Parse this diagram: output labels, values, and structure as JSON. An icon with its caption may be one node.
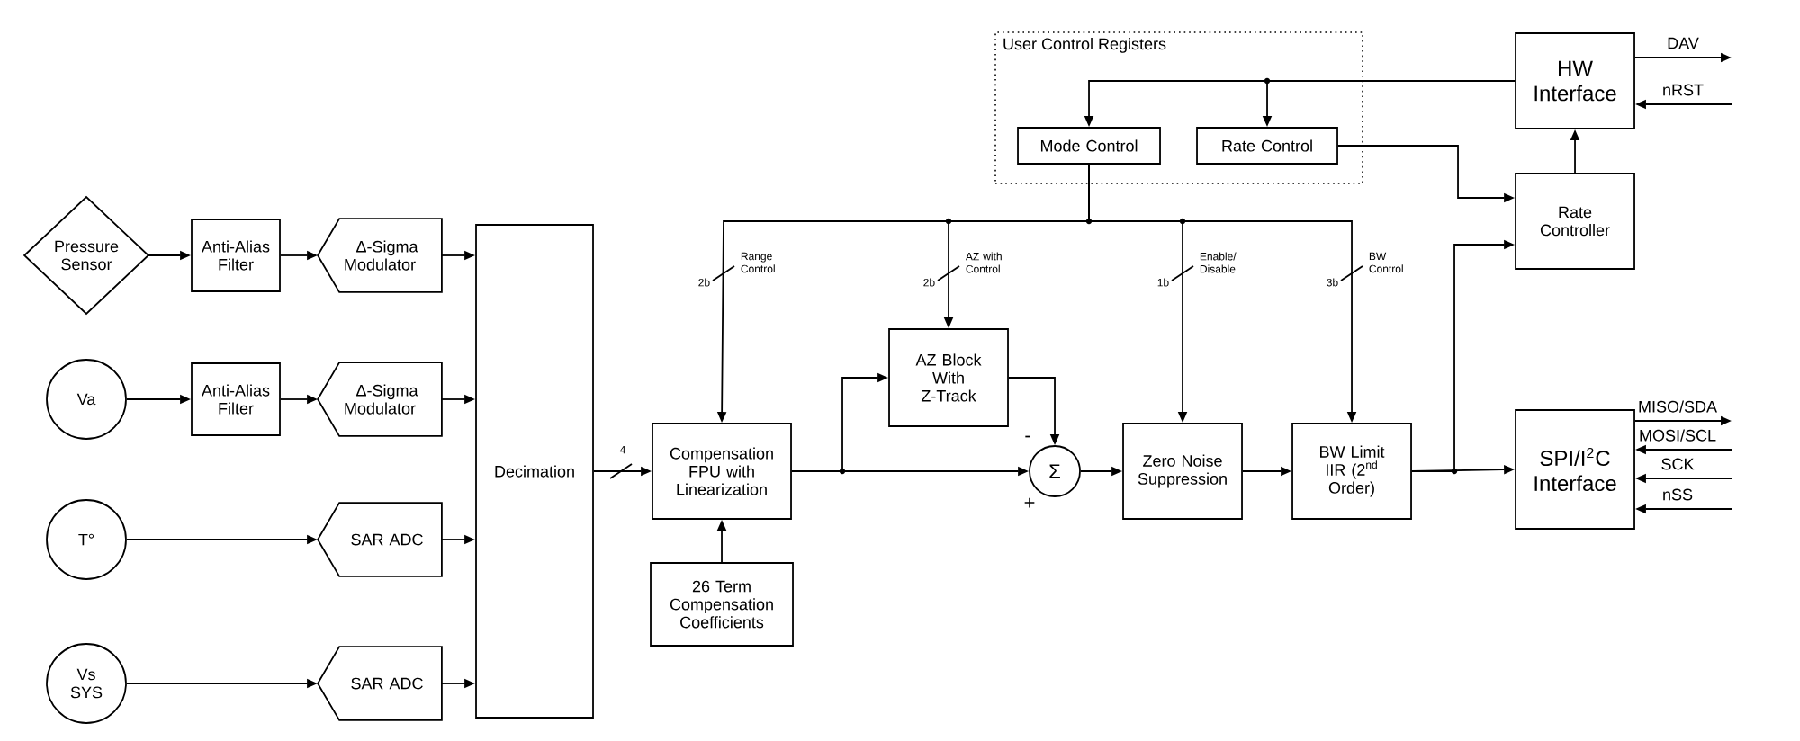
{
  "diagram": {
    "nodes": [
      {
        "text": [
          "User Control Registers"
        ]
      },
      {
        "text": [
          "Mode Control"
        ],
        "in": 0
      },
      {
        "text": [
          "Rate Control"
        ],
        "in": 0
      },
      {
        "text": [
          "HW Interface"
        ]
      },
      {
        "text": [
          "Pressure Sensor"
        ]
      },
      {
        "text": [
          "Anti-Alias Filter"
        ]
      },
      {
        "text": [
          "Δ-Sigma Modulator"
        ]
      },
      {
        "text": [
          "Decimation"
        ]
      },
      {
        "text": [
          "Rate Controller"
        ]
      },
      {
        "text": [
          "Va"
        ]
      },
      {
        "text": [
          "Anti-Alias Filter"
        ]
      },
      {
        "text": [
          "Δ-Sigma Modulator"
        ]
      },
      {
        "text": [
          "AZ Block With Z-Track"
        ]
      },
      {
        "text": [
          "Compensation FPU with Linearization"
        ]
      },
      {
        "text": [
          "Σ"
        ]
      },
      {
        "text": [
          "Zero Noise Suppression"
        ]
      },
      {
        "text": [
          "BW Limit IIR (2$^{nd}$ Order)"
        ]
      },
      {
        "text": [
          "SPI/I$^{2}$C Interface"
        ]
      },
      {
        "text": [
          "T°"
        ]
      },
      {
        "text": [
          "SAR ADC"
        ]
      },
      {
        "text": [
          "26 Term Compensation Coefficients"
        ]
      },
      {
        "text": [
          "Vs SYS"
        ]
      },
      {
        "text": [
          "SAR ADC"
        ]
      }
    ],
    "edges": [
      {
        "from": 4,
        "to": 5,
        "arrow": "to"
      },
      {
        "from": 5,
        "to": 6,
        "arrow": "to"
      },
      {
        "from": 6,
        "to": 7,
        "arrow": "to"
      },
      {
        "from": 9,
        "to": 10,
        "arrow": "to"
      },
      {
        "from": 10,
        "to": 11,
        "arrow": "to"
      },
      {
        "from": 11,
        "to": 7,
        "arrow": "to"
      },
      {
        "from": 18,
        "to": 19,
        "arrow": "to"
      },
      {
        "from": 19,
        "to": 7,
        "arrow": "to"
      },
      {
        "from": 21,
        "to": 22,
        "arrow": "to"
      },
      {
        "from": 22,
        "to": 7,
        "arrow": "to"
      },
      {
        "from": 7,
        "to": 13,
        "arrow": "to",
        "label": "4"
      },
      {
        "from": 20,
        "to": 13,
        "arrow": "to"
      },
      {
        "from": 13,
        "to": 12,
        "arrow": "to"
      },
      {
        "from": 13,
        "to": 14,
        "arrow": "to",
        "label": "+"
      },
      {
        "from": 12,
        "to": 14,
        "arrow": "to",
        "label": "-"
      },
      {
        "from": 14,
        "to": 15,
        "arrow": "to"
      },
      {
        "from": 15,
        "to": 16,
        "arrow": "to"
      },
      {
        "from": 16,
        "to": 17,
        "arrow": "to"
      },
      {
        "from": 16,
        "to": 8,
        "arrow": "to"
      },
      {
        "from": 1,
        "to": 13,
        "arrow": "to",
        "label": "Range Control"
      },
      {
        "from": 1,
        "to": 12,
        "arrow": "to",
        "label": "AZ with Control"
      },
      {
        "from": 1,
        "to": 15,
        "arrow": "to",
        "label": "Enable/ Disable"
      },
      {
        "from": 1,
        "to": 16,
        "arrow": "to",
        "label": "BW Control"
      },
      {
        "from": 3,
        "to": 1,
        "arrow": "to"
      },
      {
        "from": 3,
        "to": 2,
        "arrow": "to"
      },
      {
        "from": 2,
        "to": 8,
        "arrow": "to"
      },
      {
        "from": 8,
        "to": 3,
        "arrow": "to"
      },
      {
        "from": 3,
        "to": null,
        "arrow": "to",
        "label": "DAV"
      },
      {
        "from": null,
        "to": 3,
        "arrow": "to",
        "label": "nRST"
      },
      {
        "from": 17,
        "to": null,
        "arrow": "to",
        "label": "MISO/SDA"
      },
      {
        "from": null,
        "to": 17,
        "arrow": "to",
        "label": "MOSI/SCL"
      },
      {
        "from": null,
        "to": 17,
        "arrow": "to",
        "label": "SCK"
      },
      {
        "from": null,
        "to": 17,
        "arrow": "to",
        "label": "nSS"
      }
    ],
    "labels": [
      "2b",
      "2b",
      "1b",
      "3b"
    ]
  }
}
